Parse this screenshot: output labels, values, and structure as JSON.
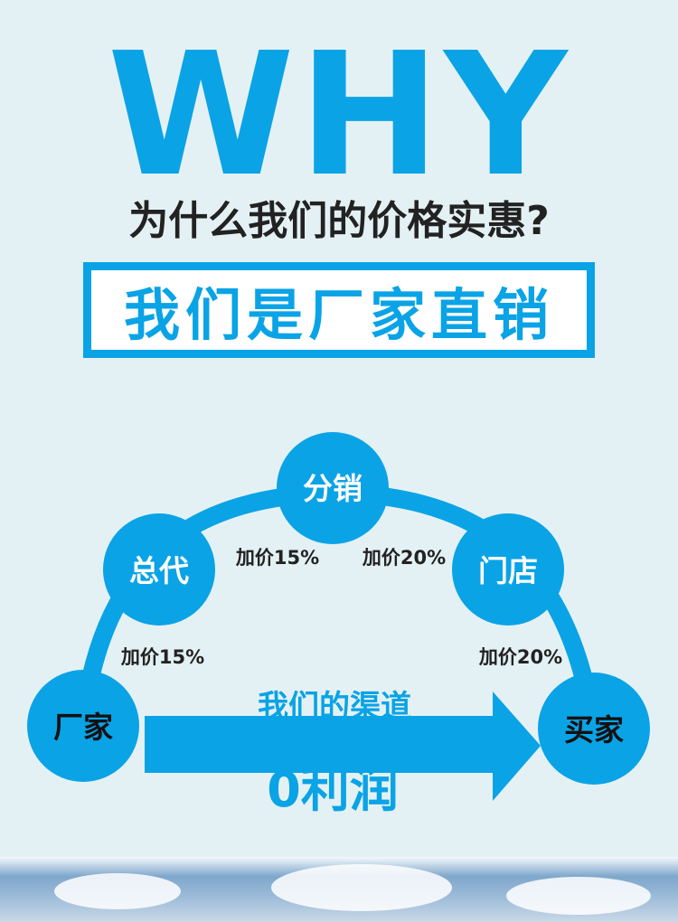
{
  "header": {
    "why": "WHY",
    "subtitle": "为什么我们的价格实惠?",
    "banner": "我们是厂家直销"
  },
  "flow": {
    "nodes": {
      "factory": "厂家",
      "general_agent": "总代",
      "distribution": "分销",
      "store": "门店",
      "buyer": "买家"
    },
    "markups": {
      "factory_to_agent": "加价15%",
      "agent_to_distribution": "加价15%",
      "distribution_to_store": "加价20%",
      "store_to_buyer": "加价20%"
    },
    "our_channel": "我们的渠道",
    "zero_profit": "0利润"
  },
  "colors": {
    "accent": "#0aa3e6",
    "background": "#e4f1f4",
    "text_dark": "#222222"
  }
}
